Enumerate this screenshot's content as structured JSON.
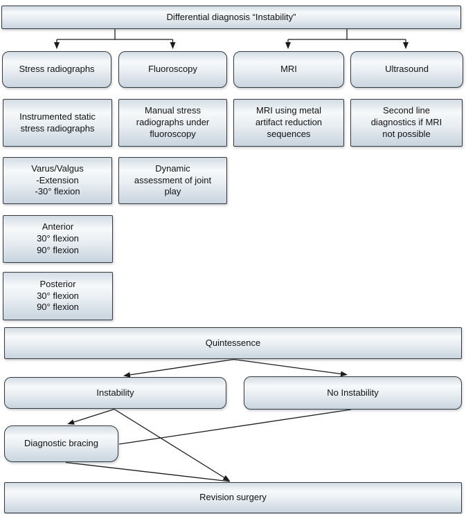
{
  "title": "Differential diagnosis “Instability”",
  "nodes": {
    "stress_radiographs": "Stress radiographs",
    "fluoroscopy": "Fluoroscopy",
    "mri": "MRI",
    "ultrasound": "Ultrasound",
    "instrumented_static": "Instrumented static\nstress radiographs",
    "manual_stress": "Manual stress\nradiographs under\nfluoroscopy",
    "mri_mars": "MRI using metal\nartifact reduction\nsequences",
    "second_line": "Second line\ndiagnostics if MRI\nnot possible",
    "varus_valgus": "Varus/Valgus\n-Extension\n-30° flexion",
    "dynamic_assessment": "Dynamic\nassessment of joint\nplay",
    "anterior": "Anterior\n30° flexion\n90° flexion",
    "posterior": "Posterior\n30° flexion\n90° flexion",
    "quintessence": "Quintessence",
    "instability": "Instability",
    "no_instability": "No Instability",
    "diagnostic_bracing": "Diagnostic bracing",
    "revision_surgery": "Revision surgery"
  },
  "colors": {
    "line": "#1a1a1a",
    "text": "#111111",
    "border": "#33383c",
    "gradient_top": "#d3dce4",
    "gradient_light": "#f7f9fa",
    "gradient_mid": "#e9eef2",
    "gradient_bottom": "#c8d4df"
  }
}
